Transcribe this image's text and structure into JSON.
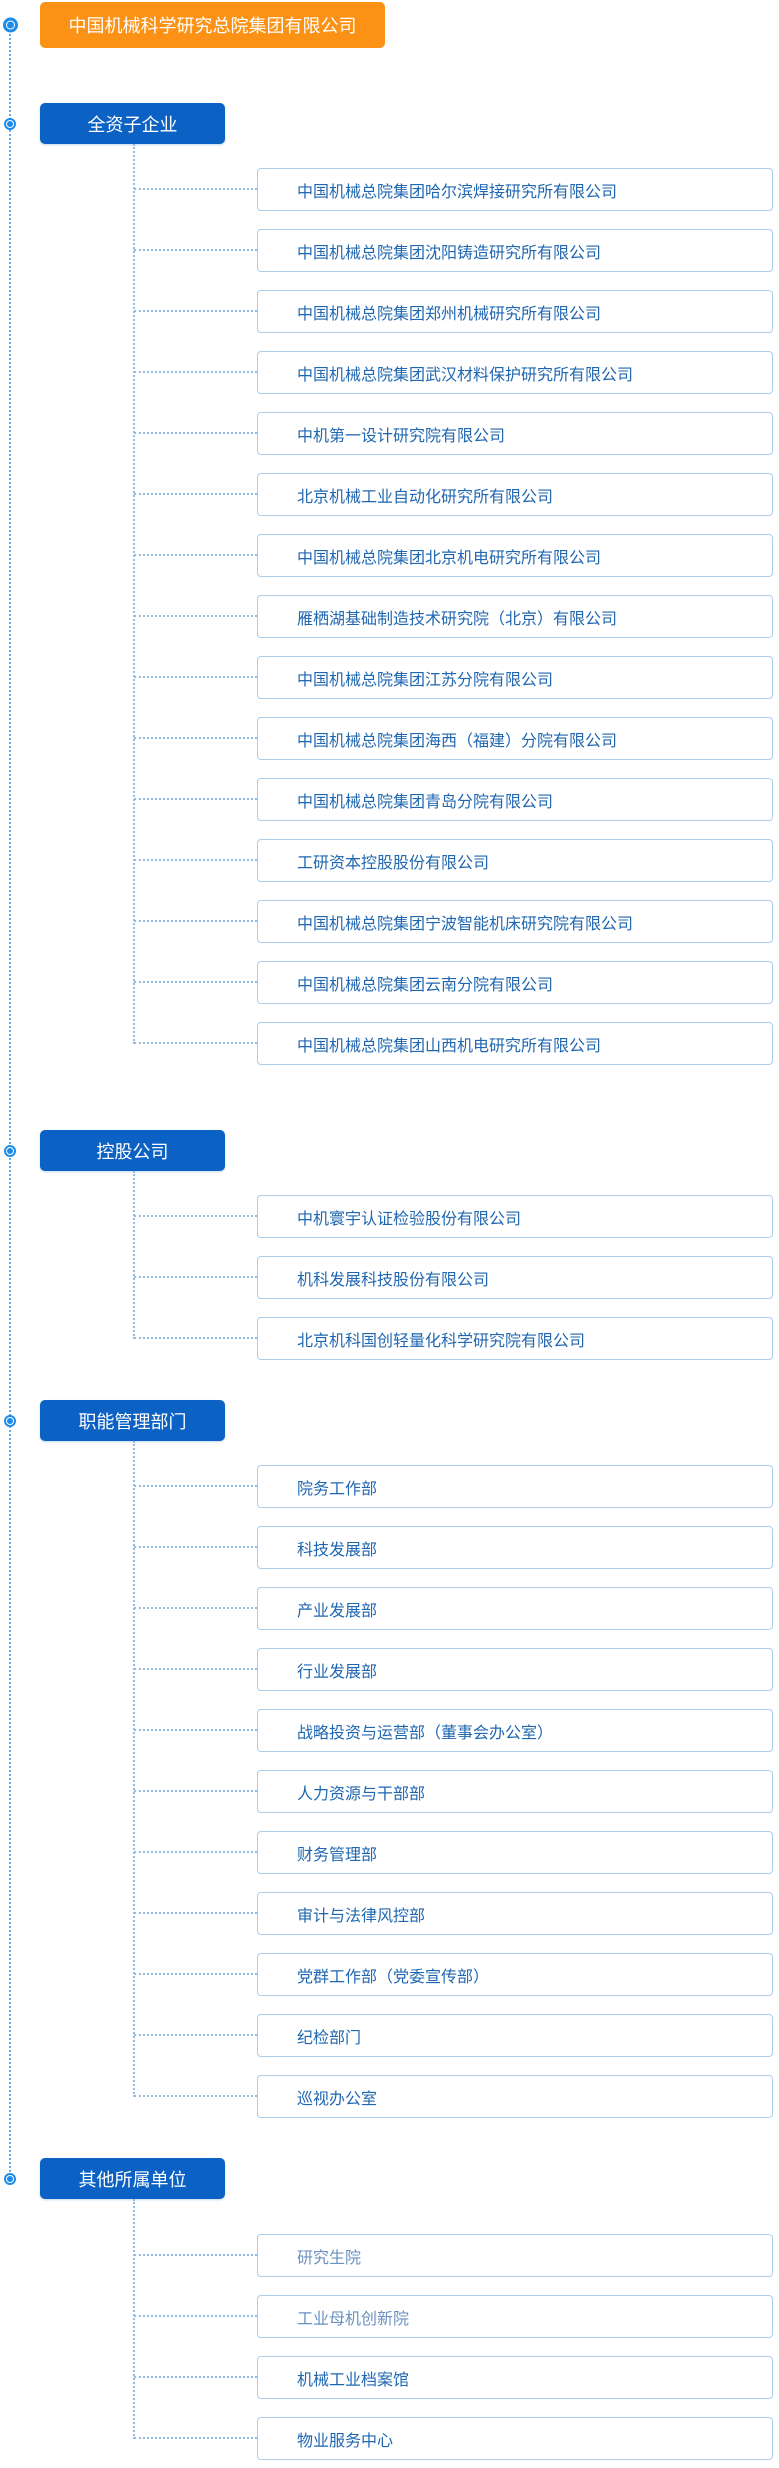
{
  "root": {
    "label": "中国机械科学研究总院集团有限公司"
  },
  "groups": [
    {
      "label": "全资子企业",
      "items": [
        {
          "label": "中国机械总院集团哈尔滨焊接研究所有限公司"
        },
        {
          "label": "中国机械总院集团沈阳铸造研究所有限公司"
        },
        {
          "label": "中国机械总院集团郑州机械研究所有限公司"
        },
        {
          "label": "中国机械总院集团武汉材料保护研究所有限公司"
        },
        {
          "label": "中机第一设计研究院有限公司"
        },
        {
          "label": "北京机械工业自动化研究所有限公司"
        },
        {
          "label": "中国机械总院集团北京机电研究所有限公司"
        },
        {
          "label": "雁栖湖基础制造技术研究院（北京）有限公司"
        },
        {
          "label": "中国机械总院集团江苏分院有限公司"
        },
        {
          "label": "中国机械总院集团海西（福建）分院有限公司"
        },
        {
          "label": "中国机械总院集团青岛分院有限公司"
        },
        {
          "label": "工研资本控股股份有限公司"
        },
        {
          "label": "中国机械总院集团宁波智能机床研究院有限公司"
        },
        {
          "label": "中国机械总院集团云南分院有限公司"
        },
        {
          "label": "中国机械总院集团山西机电研究所有限公司"
        }
      ]
    },
    {
      "label": "控股公司",
      "items": [
        {
          "label": "中机寰宇认证检验股份有限公司"
        },
        {
          "label": "机科发展科技股份有限公司"
        },
        {
          "label": "北京机科国创轻量化科学研究院有限公司"
        }
      ]
    },
    {
      "label": "职能管理部门",
      "items": [
        {
          "label": "院务工作部"
        },
        {
          "label": "科技发展部"
        },
        {
          "label": "产业发展部"
        },
        {
          "label": "行业发展部"
        },
        {
          "label": "战略投资与运营部（董事会办公室）"
        },
        {
          "label": "人力资源与干部部"
        },
        {
          "label": "财务管理部"
        },
        {
          "label": "审计与法律风控部"
        },
        {
          "label": "党群工作部（党委宣传部）"
        },
        {
          "label": "纪检部门"
        },
        {
          "label": "巡视办公室"
        }
      ]
    },
    {
      "label": "其他所属单位",
      "items": [
        {
          "label": "研究生院",
          "muted": true
        },
        {
          "label": "工业母机创新院",
          "muted": true
        },
        {
          "label": "机械工业档案馆"
        },
        {
          "label": "物业服务中心"
        }
      ]
    }
  ],
  "colors": {
    "root_orange": "#fb9215",
    "category_blue": "#0b61c4",
    "bullseye_blue": "#1b8ceb",
    "item_border": "#abceec",
    "item_text": "#2067b2",
    "item_text_muted": "#6c91c1",
    "connector": "#8fbde6"
  }
}
